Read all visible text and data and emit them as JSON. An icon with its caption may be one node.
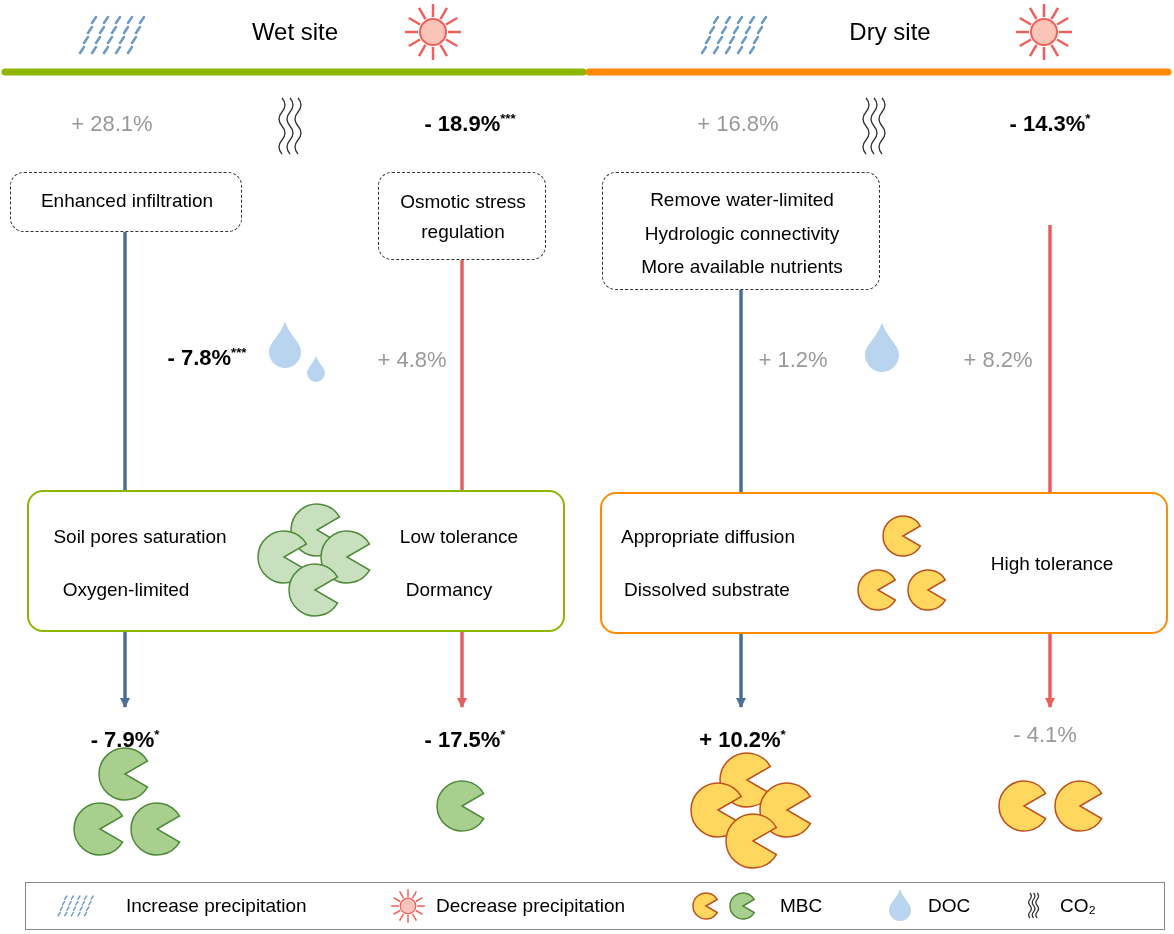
{
  "diagram": {
    "nodes": [
      {
        "text": [
          "Enhanced infiltration"
        ]
      },
      {
        "text": [
          "Osmotic stress regulation"
        ]
      },
      {
        "text": [
          "Remove water-limited",
          "Hydrologic connectivity",
          "More available nutrients"
        ]
      },
      {
        "text": [
          "Soil pores saturation",
          "Oxygen-limited",
          "Low tolerance",
          "Dormancy"
        ]
      },
      {
        "text": [
          "Appropriate diffusion",
          "Dissolved substrate",
          "High tolerance"
        ]
      },
      {
        "text": [
          "- 7.9%$^{*}$"
        ]
      },
      {
        "text": [
          "- 17.5%$^{*}$"
        ]
      },
      {
        "text": [
          "+ 10.2%$^{*}$"
        ]
      },
      {
        "text": [
          "- 4.1%"
        ]
      }
    ],
    "edges": [
      {
        "from": 0,
        "to": 3,
        "arrow": "none",
        "label": "- 7.8%$^{***}$",
        "color": "#4a6f96"
      },
      {
        "from": 3,
        "to": 5,
        "arrow": "to",
        "color": "#4a6f96"
      },
      {
        "from": 1,
        "to": 3,
        "arrow": "none",
        "label": "+ 4.8%",
        "color": "#e8605e"
      },
      {
        "from": 3,
        "to": 6,
        "arrow": "to",
        "color": "#e8605e"
      },
      {
        "from": 2,
        "to": 4,
        "arrow": "none",
        "label": "+ 1.2%",
        "color": "#4a6f96"
      },
      {
        "from": 4,
        "to": 7,
        "arrow": "to",
        "color": "#4a6f96"
      },
      {
        "from": null,
        "to": 4,
        "arrow": "none",
        "label": "+ 8.2%",
        "color": "#e8605e"
      },
      {
        "from": 4,
        "to": 8,
        "arrow": "to",
        "color": "#e8605e"
      }
    ],
    "labels": [
      "Wet site",
      "Dry site",
      "+ 28.1%",
      "- 18.9%$^{***}$",
      "+ 16.8%",
      "- 14.3%$^{*}$"
    ],
    "legend": [
      {
        "text": "Increase precipitation"
      },
      {
        "text": "Decrease precipitation"
      },
      {
        "text": "MBC"
      },
      {
        "text": "DOC"
      },
      {
        "text": "CO₂"
      }
    ]
  }
}
